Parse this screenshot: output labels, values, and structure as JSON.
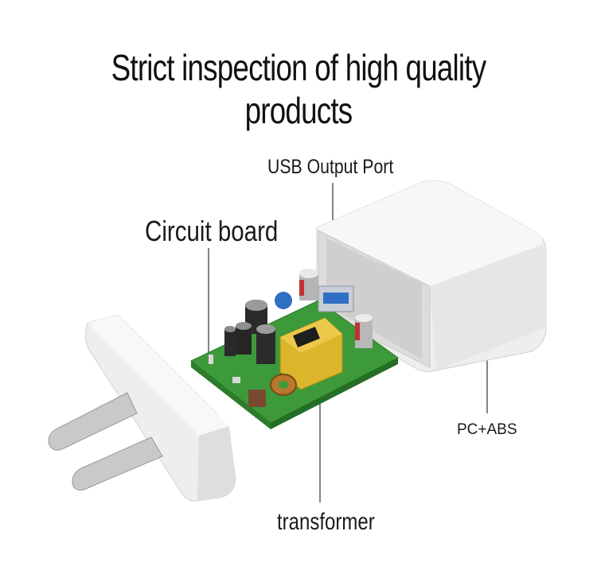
{
  "title": "Strict inspection of high quality products",
  "labels": {
    "usb_output_port": "USB Output Port",
    "circuit_board": "Circuit board",
    "pc_abs": "PC+ABS",
    "transformer": "transformer"
  },
  "colors": {
    "background": "#ffffff",
    "pcb_green": "#3a9a3a",
    "transformer_yellow": "#d9b52b",
    "shell_white": "#f2f2f2"
  }
}
